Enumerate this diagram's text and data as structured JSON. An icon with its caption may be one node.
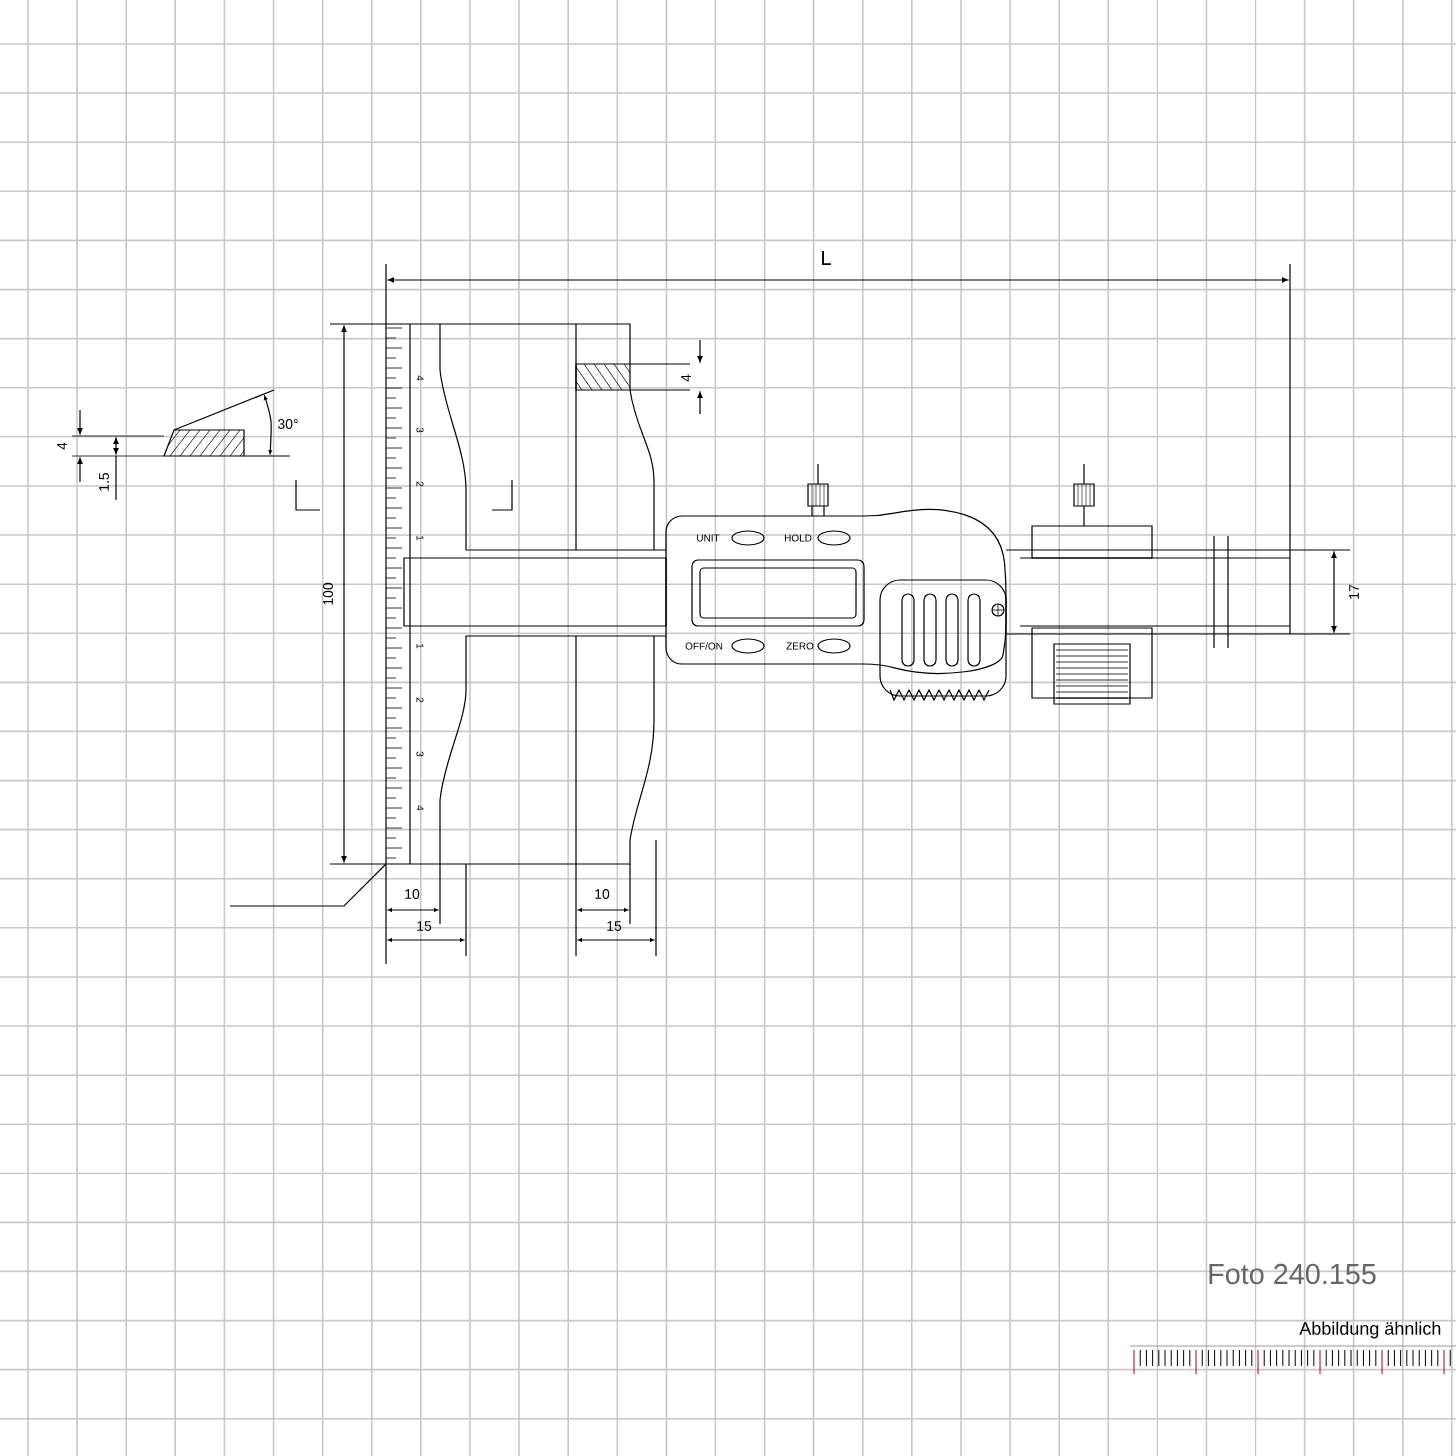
{
  "diagram": {
    "labels": [
      "L",
      "4",
      "4",
      "1.5",
      "30°",
      "100",
      "4",
      "3",
      "2",
      "1",
      "1",
      "2",
      "3",
      "4",
      "UNIT",
      "HOLD",
      "OFF/ON",
      "ZERO",
      "17",
      "10",
      "10",
      "15",
      "15",
      "Foto 240.155",
      "Abbildung ähnlich"
    ]
  }
}
